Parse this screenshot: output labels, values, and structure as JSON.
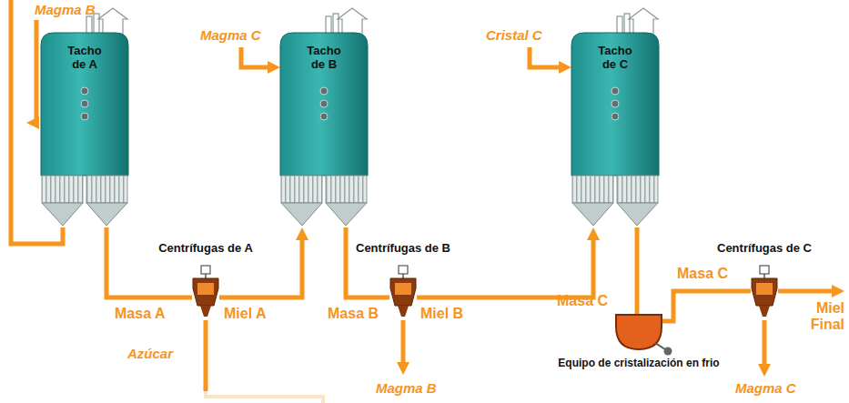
{
  "diagram": {
    "nodes": [
      {
        "text": [
          "Tacho de A"
        ]
      },
      {
        "text": [
          "Tacho de B"
        ]
      },
      {
        "text": [
          "Tacho de C"
        ]
      },
      {
        "text": [
          "Centrífugas de A"
        ]
      },
      {
        "text": [
          "Centrífugas de B"
        ]
      },
      {
        "text": [
          "Centrífugas de C"
        ]
      },
      {
        "text": [
          "Equipo de cristalización en frio"
        ]
      }
    ],
    "edges": [
      {
        "from": 0,
        "to": 3,
        "label": "Masa A",
        "arrow": "none"
      },
      {
        "from": 3,
        "to": 1,
        "label": "Miel A",
        "arrow": "to"
      },
      {
        "from": 1,
        "to": 4,
        "label": "Masa B",
        "arrow": "none"
      },
      {
        "from": 4,
        "to": 2,
        "label": "Miel B",
        "arrow": "to"
      },
      {
        "from": 2,
        "to": 6,
        "label": "Masa C",
        "arrow": "none"
      },
      {
        "from": 6,
        "to": 5,
        "label": "Masa C",
        "arrow": "none"
      }
    ],
    "labels": [
      "Magma B",
      "Magma C",
      "Cristal C",
      "Azúcar",
      "Magma B",
      "Miel Final",
      "Magma C"
    ]
  }
}
